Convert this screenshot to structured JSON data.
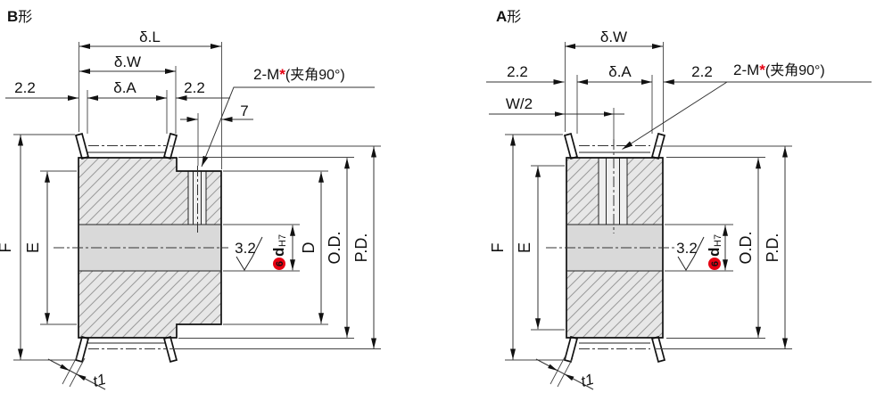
{
  "colors": {
    "accent_red": "#e60012",
    "line": "#1a1a1a",
    "hatch_fill": "#e7e7e7",
    "bore_fill": "#d9d9d9"
  },
  "b": {
    "title_prefix": "B",
    "title_suffix": "形",
    "dim_delta_l": "δ.L",
    "dim_delta_w": "δ.W",
    "dim_delta_a": "δ.A",
    "dim_edge_left": "2.2",
    "dim_edge_right": "2.2",
    "dim_screw_offset": "7",
    "screw_prefix": "2-M",
    "screw_star": "*",
    "screw_suffix": "(夹角90°)",
    "label_f": "F",
    "label_e": "E",
    "roughness": "3.2",
    "bore_num": "6",
    "bore_d": "d",
    "bore_tol": "H7",
    "label_d_dia": "D",
    "label_od": "O.D.",
    "label_pd": "P.D.",
    "label_t1": "t1"
  },
  "a": {
    "title_prefix": "A",
    "title_suffix": "形",
    "dim_delta_w": "δ.W",
    "dim_delta_a": "δ.A",
    "dim_edge_left": "2.2",
    "dim_edge_right": "2.2",
    "dim_half_width": "W/2",
    "screw_prefix": "2-M",
    "screw_star": "*",
    "screw_suffix": "(夹角90°)",
    "label_f": "F",
    "label_e": "E",
    "roughness": "3.2",
    "bore_num": "6",
    "bore_d": "d",
    "bore_tol": "H7",
    "label_od": "O.D.",
    "label_pd": "P.D.",
    "label_t1": "t1"
  }
}
